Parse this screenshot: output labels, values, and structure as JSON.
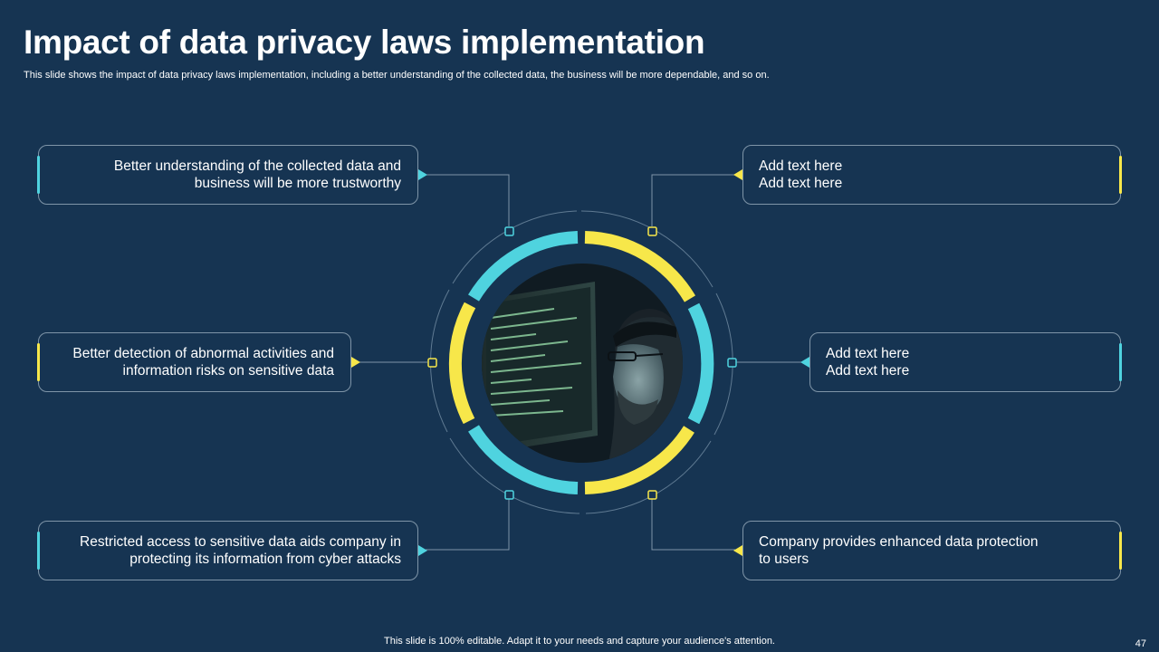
{
  "slide": {
    "title": "Impact of data privacy laws implementation",
    "subtitle": "This slide shows the impact of data privacy laws implementation, including a better understanding of the collected data, the business will be more dependable, and so on.",
    "footer": "This slide is 100% editable. Adapt it to your needs and capture your audience's attention.",
    "page_number": "47"
  },
  "colors": {
    "background": "#163452",
    "cyan": "#4fd3df",
    "yellow": "#f7e74a",
    "box_border": "#7f95a8"
  },
  "boxes": [
    {
      "lines": [
        "Better understanding  of the collected data and",
        "business will be more trustworthy"
      ],
      "accent": "cyan"
    },
    {
      "lines": [
        "Better detection of abnormal activities and",
        "information risks on sensitive data"
      ],
      "accent": "yellow"
    },
    {
      "lines": [
        "Restricted access to sensitive data aids company in",
        "protecting its information from cyber attacks"
      ],
      "accent": "cyan"
    },
    {
      "lines": [
        "Add text here",
        "Add text here"
      ],
      "accent": "yellow"
    },
    {
      "lines": [
        "Add text here",
        "Add text here"
      ],
      "accent": "cyan"
    },
    {
      "lines": [
        "Company provides enhanced data protection",
        "to users"
      ],
      "accent": "yellow"
    }
  ],
  "center_image": {
    "icon": "hacker-photo"
  }
}
